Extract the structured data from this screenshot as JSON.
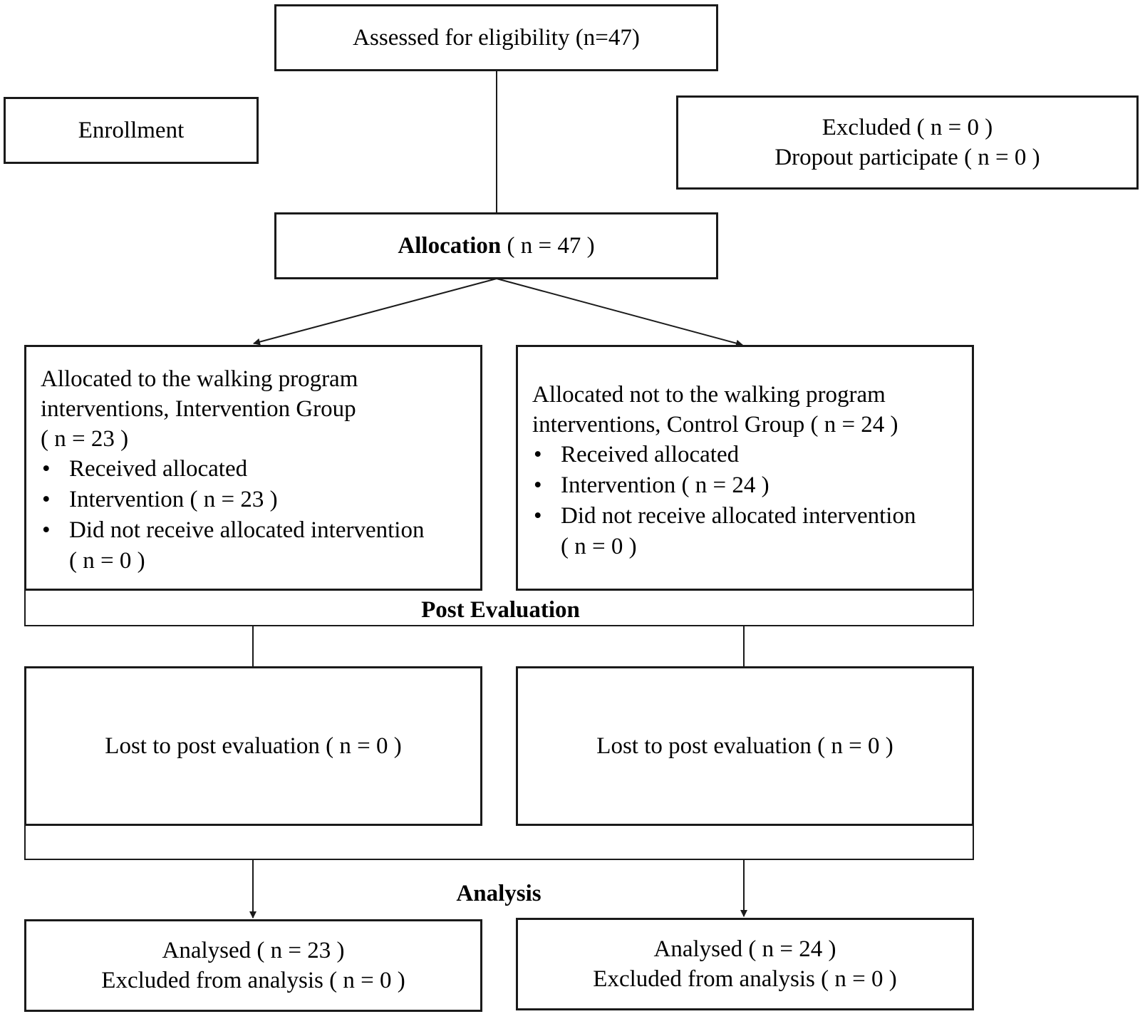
{
  "assessed": "Assessed for eligibility (n=47)",
  "enrollment": "Enrollment",
  "excluded": {
    "line1": "Excluded ( n = 0 )",
    "line2": "Dropout participate ( n = 0 )"
  },
  "allocation": {
    "bold": "Allocation",
    "rest": " ( n = 47 )"
  },
  "intervention_group": {
    "lines": [
      "Allocated to the walking program",
      "interventions, Intervention Group",
      "( n = 23 )"
    ],
    "bullets": [
      "Received allocated",
      "Intervention ( n = 23 )",
      "Did not receive allocated intervention"
    ],
    "tail": "( n = 0 )"
  },
  "control_group": {
    "lines": [
      "Allocated not to the walking program",
      "interventions, Control Group ( n = 24 )"
    ],
    "bullets": [
      "Received allocated",
      "Intervention ( n = 24 )",
      "Did not receive allocated intervention"
    ],
    "tail": "( n = 0 )"
  },
  "bullet_char": "•",
  "post_evaluation": "Post Evaluation",
  "lost_left": "Lost to post evaluation ( n = 0 )",
  "lost_right": "Lost to post evaluation ( n = 0 )",
  "analysis": "Analysis",
  "analysed_left": {
    "line1": "Analysed ( n = 23 )",
    "line2": "Excluded from analysis ( n = 0 )"
  },
  "analysed_right": {
    "line1": "Analysed ( n = 24 )",
    "line2": "Excluded from analysis ( n = 0 )"
  }
}
